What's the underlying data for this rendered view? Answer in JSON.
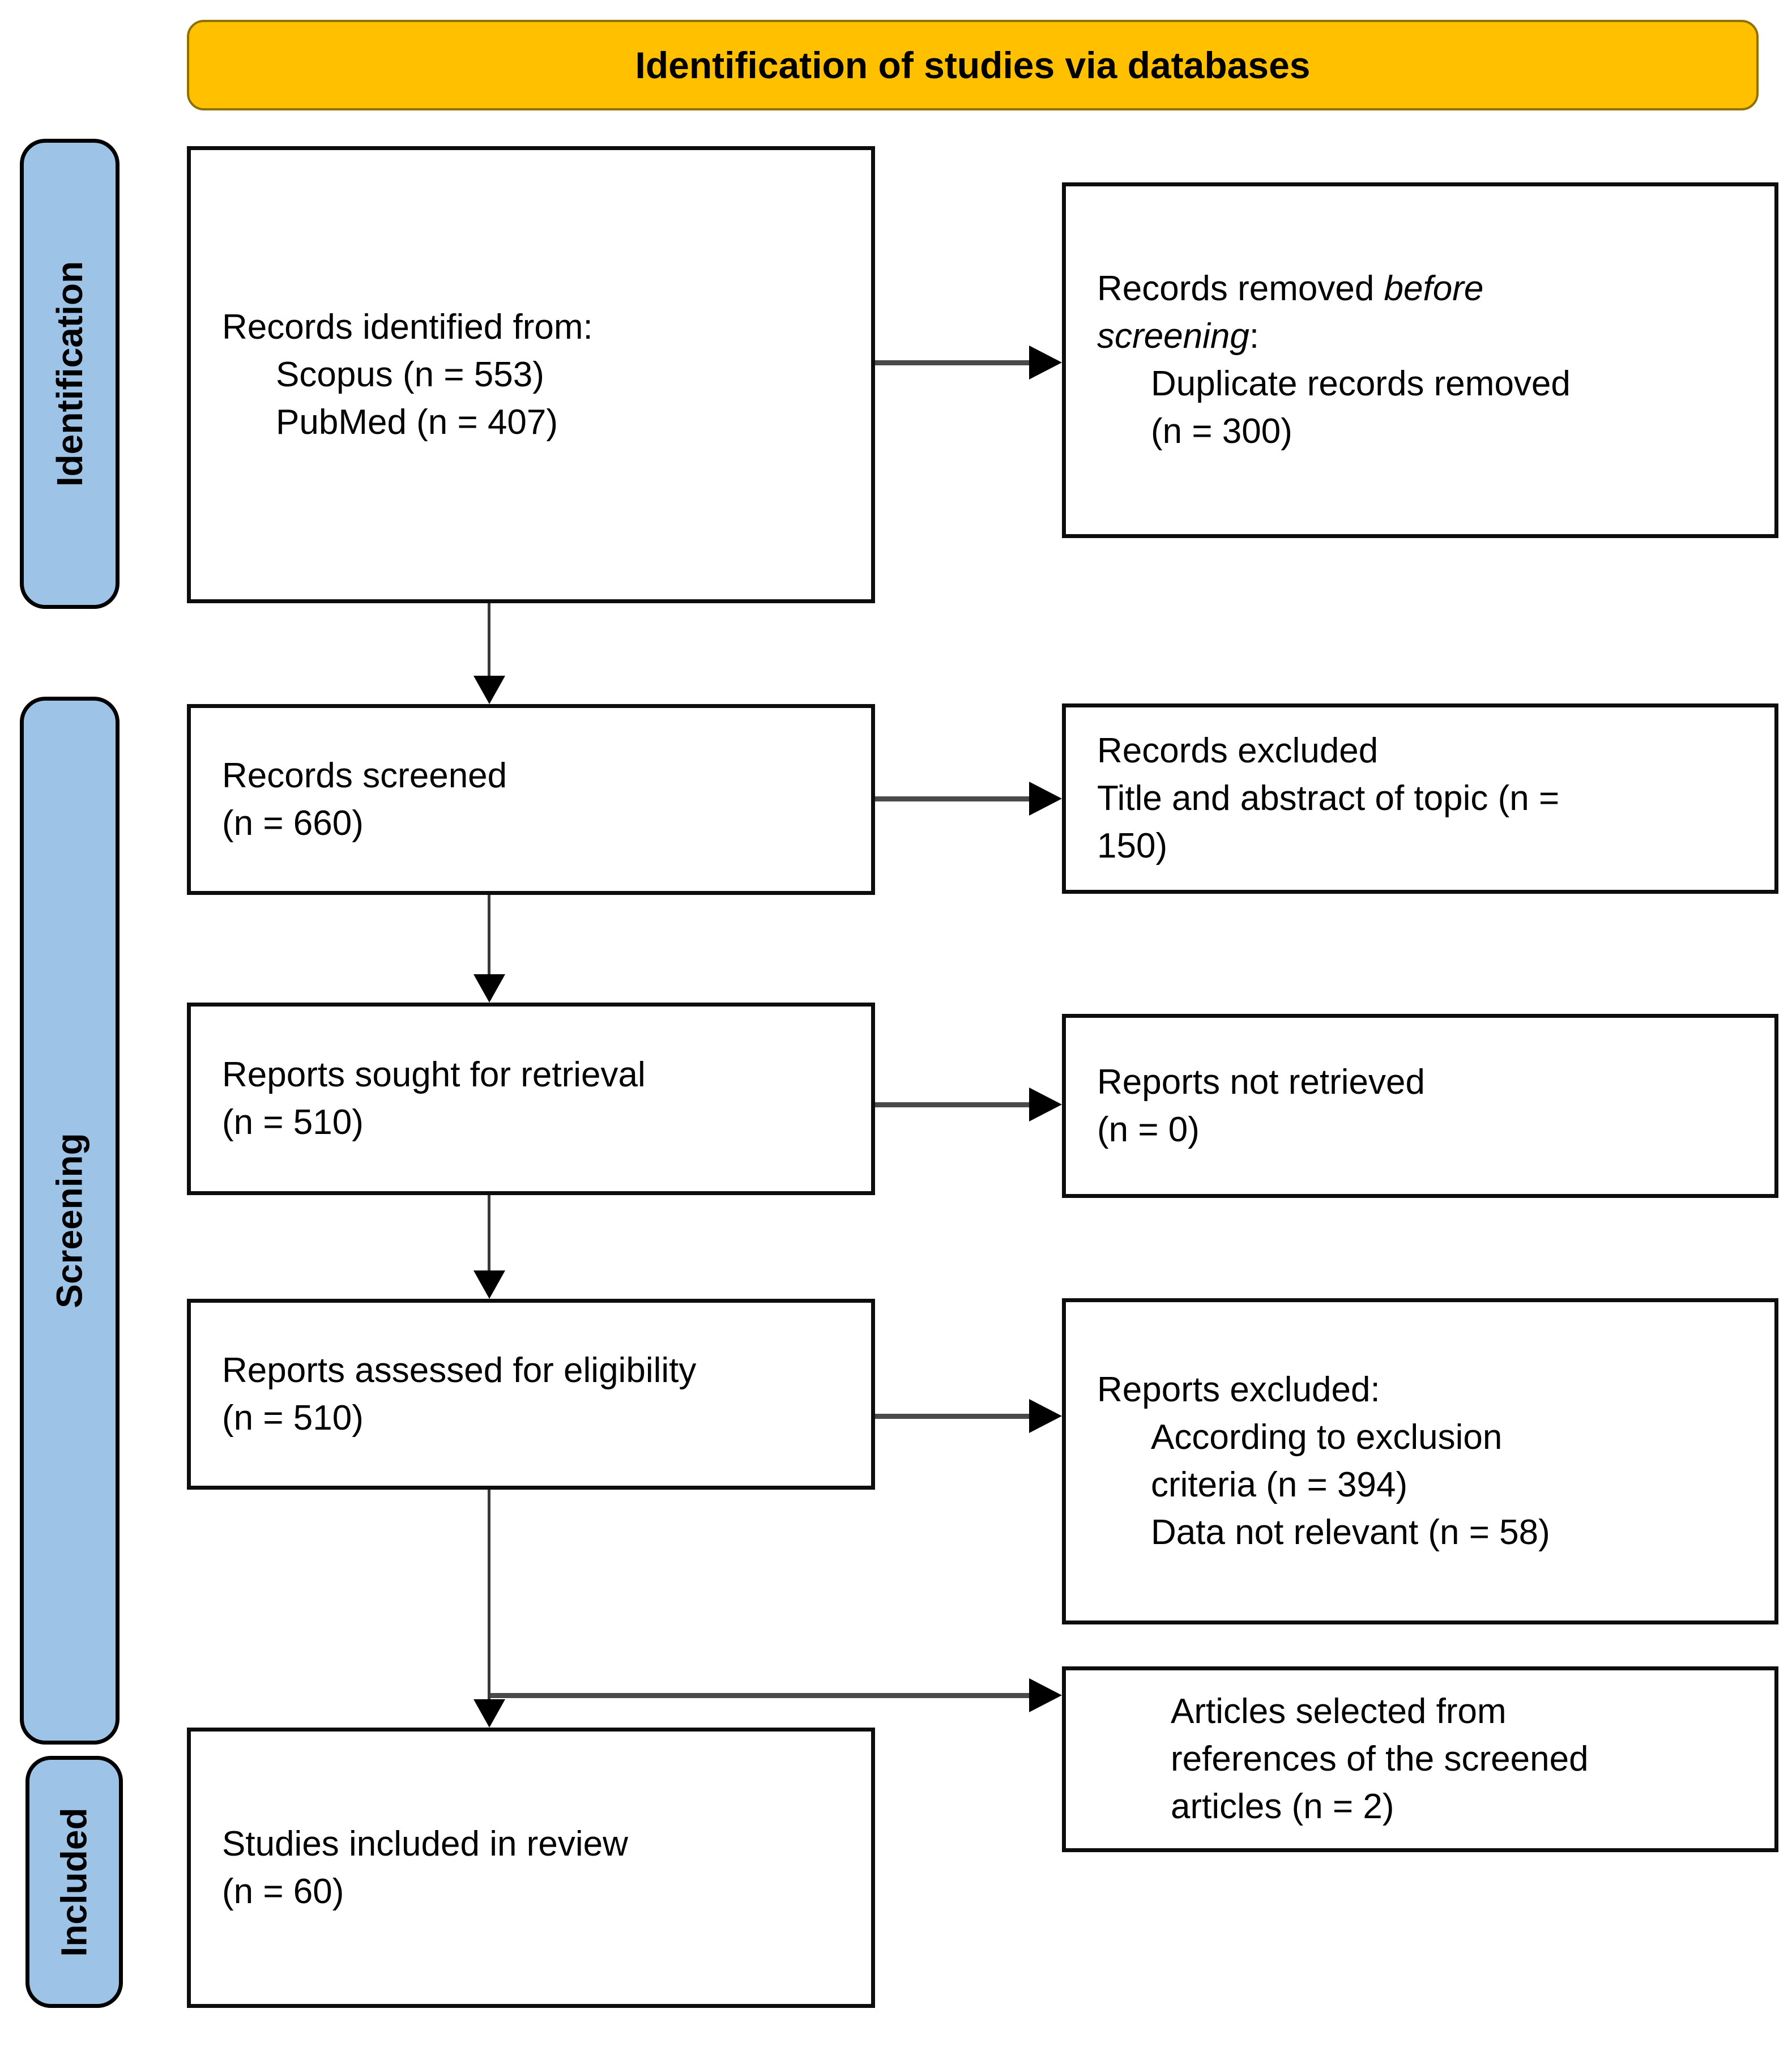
{
  "title": "Identification of studies via databases",
  "colors": {
    "header_bg": "#FFC000",
    "phase_bg": "#9DC3E6",
    "box_bg": "#FFFFFF",
    "box_border": "#000000",
    "arrow": "#404040"
  },
  "phases": {
    "identification": "Identification",
    "screening": "Screening",
    "included": "Included"
  },
  "boxes": {
    "records_identified": {
      "line1": "Records identified from:",
      "line2": "Scopus (n = 553)",
      "line3": "PubMed (n = 407)"
    },
    "records_removed": {
      "line1_plain": "Records removed ",
      "line1_italic": "before",
      "line2_italic": "screening",
      "line2_plain": ":",
      "line3": "Duplicate records removed",
      "line4": "(n = 300)"
    },
    "records_screened": {
      "line1": "Records screened",
      "line2": "(n = 660)"
    },
    "records_excluded": {
      "line1": "Records excluded",
      "line2": "Title and abstract of topic (n =",
      "line3": "150)"
    },
    "reports_sought": {
      "line1": "Reports sought for retrieval",
      "line2": "(n = 510)"
    },
    "reports_not_retrieved": {
      "line1": "Reports not retrieved",
      "line2": "(n = 0)"
    },
    "reports_assessed": {
      "line1": "Reports assessed for eligibility",
      "line2": "(n = 510)"
    },
    "reports_excluded": {
      "line1": "Reports excluded:",
      "line2": "According to exclusion",
      "line3": "criteria (n = 394)",
      "line4": "Data not relevant (n = 58)"
    },
    "articles_selected": {
      "line1": "Articles selected from",
      "line2": "references of the screened",
      "line3": "articles (n = 2)"
    },
    "studies_included": {
      "line1": "Studies included in review",
      "line2": "(n = 60)"
    }
  }
}
